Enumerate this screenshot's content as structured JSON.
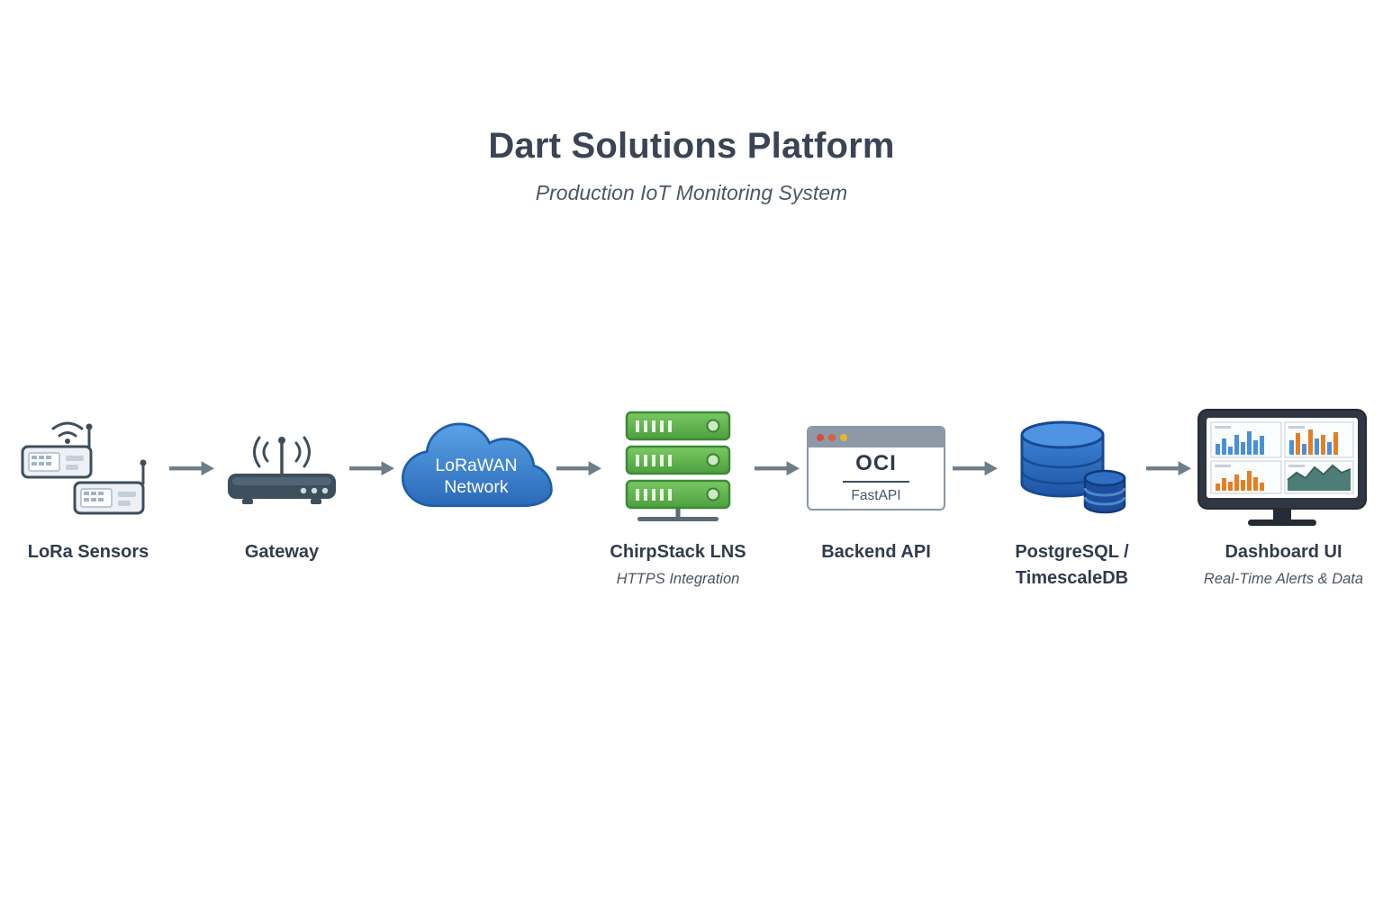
{
  "header": {
    "title": "Dart Solutions Platform",
    "subtitle": "Production IoT Monitoring System"
  },
  "nodes": {
    "sensors": {
      "label": "LoRa Sensors",
      "icon": "lora-sensors-icon"
    },
    "gateway": {
      "label": "Gateway",
      "icon": "wifi-router-icon"
    },
    "network": {
      "label_line1": "LoRaWAN",
      "label_line2": "Network",
      "icon": "cloud-icon"
    },
    "chirpstack": {
      "label": "ChirpStack LNS",
      "sublabel": "HTTPS Integration",
      "icon": "server-stack-icon"
    },
    "backend": {
      "label": "Backend API",
      "window_title": "OCI",
      "window_subtitle": "FastAPI",
      "icon": "browser-window-icon"
    },
    "database": {
      "label_line1": "PostgreSQL /",
      "label_line2": "TimescaleDB",
      "icon": "database-cylinder-icon"
    },
    "dashboard": {
      "label": "Dashboard UI",
      "sublabel": "Real-Time Alerts & Data",
      "icon": "monitor-charts-icon"
    }
  },
  "colors": {
    "title_text": "#3a4454",
    "label_text": "#303c4d",
    "arrow_gray": "#6e7d8a",
    "cloud_blue": "#3f7fc6",
    "server_green": "#5cb150",
    "database_blue": "#2a66b8",
    "chart_blue": "#4a90d9",
    "chart_orange": "#e67e22",
    "chart_teal": "#4e7d78",
    "monitor_frame": "#2e3742",
    "window_bar_gray": "#8d99a6",
    "dot_red": "#d94a3a",
    "dot_orange": "#d9603a",
    "dot_yellow": "#e8b52c"
  }
}
